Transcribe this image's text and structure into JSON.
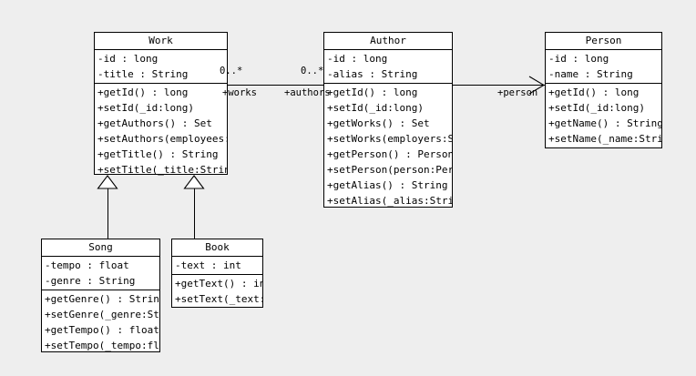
{
  "diagram": {
    "type": "uml-class-diagram",
    "background_color": "#eeeeee",
    "box_fill": "#ffffff",
    "line_color": "#000000"
  },
  "classes": {
    "work": {
      "name": "Work",
      "attributes": [
        "-id : long",
        "-title : String"
      ],
      "operations": [
        "+getId() : long",
        "+setId(_id:long)",
        "+getAuthors() : Set",
        "+setAuthors(employees:Set)",
        "+getTitle() : String",
        "+setTitle(_title:String)"
      ]
    },
    "author": {
      "name": "Author",
      "attributes": [
        "-id : long",
        "-alias : String"
      ],
      "operations": [
        "+getId() : long",
        "+setId(_id:long)",
        "+getWorks() : Set",
        "+setWorks(employers:Set)",
        "+getPerson() : Person",
        "+setPerson(person:Person)",
        "+getAlias() : String",
        "+setAlias(_alias:String)"
      ]
    },
    "person": {
      "name": "Person",
      "attributes": [
        "-id : long",
        "-name : String"
      ],
      "operations": [
        "+getId() : long",
        "+setId(_id:long)",
        "+getName() : String",
        "+setName(_name:String)"
      ]
    },
    "song": {
      "name": "Song",
      "attributes": [
        "-tempo : float",
        "-genre : String"
      ],
      "operations": [
        "+getGenre() : String",
        "+setGenre(_genre:String)",
        "+getTempo() : float",
        "+setTempo(_tempo:float)"
      ]
    },
    "book": {
      "name": "Book",
      "attributes": [
        "-text : int"
      ],
      "operations": [
        "+getText() : int",
        "+setText(_text:int)"
      ]
    }
  },
  "relationships": {
    "work_author": {
      "kind": "association",
      "source_multiplicity": "0..*",
      "target_multiplicity": "0..*",
      "source_role": "+works",
      "target_role": "+authors"
    },
    "author_person": {
      "kind": "directed-association",
      "target_role": "+person"
    },
    "song_work": {
      "kind": "generalization"
    },
    "book_work": {
      "kind": "generalization"
    }
  }
}
